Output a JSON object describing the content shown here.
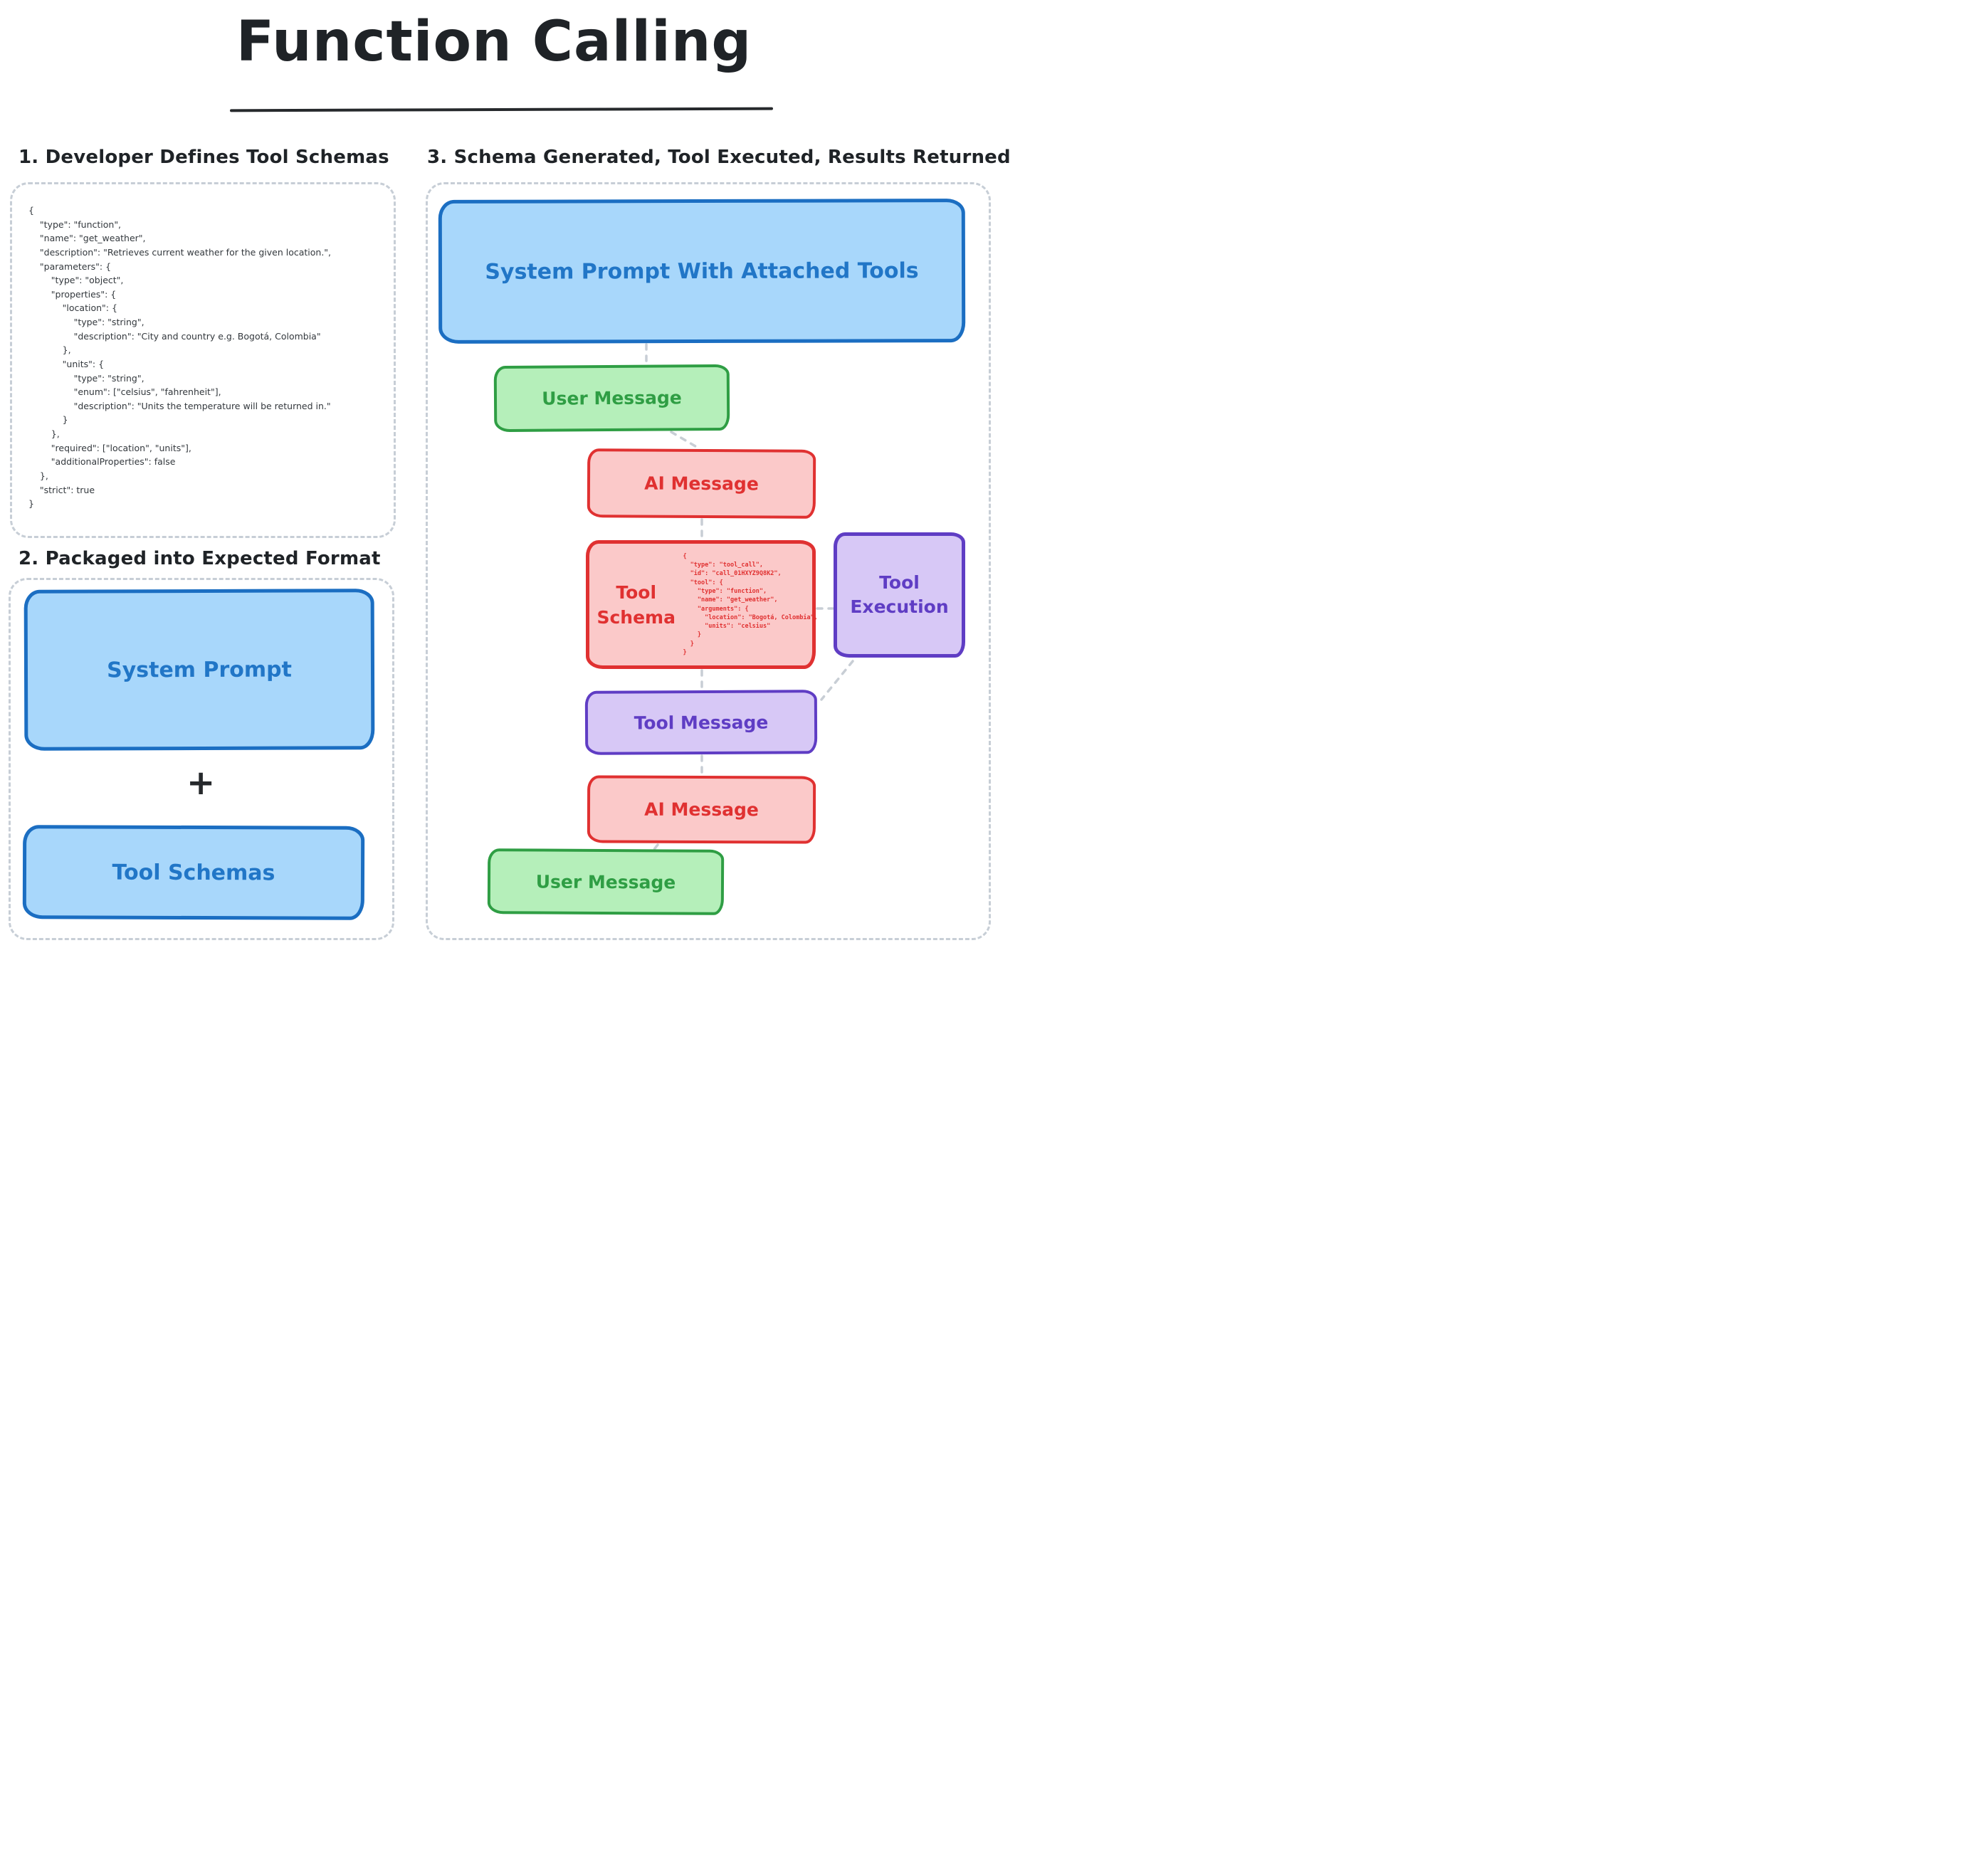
{
  "title": "Function Calling",
  "section1": {
    "heading": "1. Developer Defines Tool Schemas",
    "code": "{\n    \"type\": \"function\",\n    \"name\": \"get_weather\",\n    \"description\": \"Retrieves current weather for the given location.\",\n    \"parameters\": {\n        \"type\": \"object\",\n        \"properties\": {\n            \"location\": {\n                \"type\": \"string\",\n                \"description\": \"City and country e.g. Bogotá, Colombia\"\n            },\n            \"units\": {\n                \"type\": \"string\",\n                \"enum\": [\"celsius\", \"fahrenheit\"],\n                \"description\": \"Units the temperature will be returned in.\"\n            }\n        },\n        \"required\": [\"location\", \"units\"],\n        \"additionalProperties\": false\n    },\n    \"strict\": true\n}"
  },
  "section2": {
    "heading": "2. Packaged into Expected Format",
    "system_prompt": "System Prompt",
    "plus": "+",
    "tool_schemas": "Tool Schemas"
  },
  "section3": {
    "heading": "3. Schema Generated, Tool Executed, Results Returned",
    "flow": {
      "system_prompt_with_tools": "System Prompt With Attached Tools",
      "user_message_top": "User Message",
      "ai_message_top": "AI Message",
      "tool_schema_label": "Tool\nSchema",
      "tool_schema_code": "{\n  \"type\": \"tool_call\",\n  \"id\": \"call_01HXYZ9Q8K2\",\n  \"tool\": {\n    \"type\": \"function\",\n    \"name\": \"get_weather\",\n    \"arguments\": {\n      \"location\": \"Bogotá, Colombia\",\n      \"units\": \"celsius\"\n    }\n  }\n}",
      "tool_execution": "Tool\nExecution",
      "tool_message": "Tool Message",
      "ai_message_bottom": "AI Message",
      "user_message_bottom": "User Message"
    }
  },
  "colors": {
    "blue_fill": "#a8d7fb",
    "blue_border": "#1b6ec2",
    "blue_text": "#2176c7",
    "green_fill": "#b5efba",
    "green_border": "#2f9e44",
    "red_fill": "#fbc9c9",
    "red_border": "#e03131",
    "purple_fill": "#d7c8f6",
    "purple_border": "#5f3dc4",
    "dashed_gray": "#c7ced6",
    "ink": "#1f2327"
  }
}
